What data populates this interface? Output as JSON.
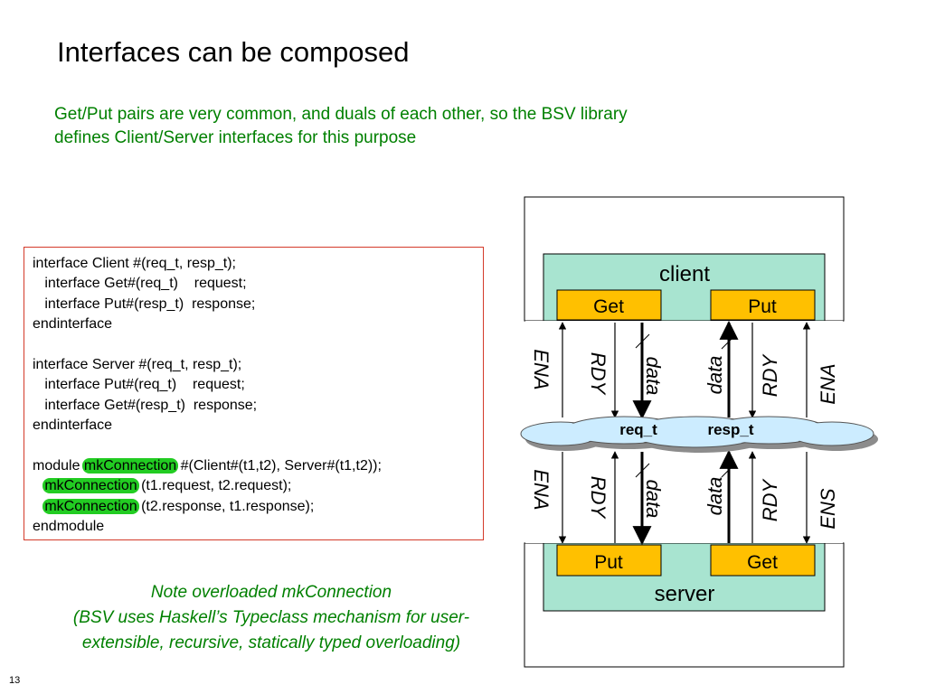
{
  "title": "Interfaces can be composed",
  "subtitle": [
    "Get/Put pairs are very common, and duals of each other, so the BSV library",
    "defines Client/Server interfaces for this purpose"
  ],
  "code": {
    "lines": [
      [
        {
          "t": "interface Client #(req_t, resp_t);"
        }
      ],
      [
        {
          "t": "   interface Get#(req_t)    request;"
        }
      ],
      [
        {
          "t": "   interface Put#(resp_t)  response;"
        }
      ],
      [
        {
          "t": "endinterface"
        }
      ],
      [
        {
          "t": ""
        }
      ],
      [
        {
          "t": "interface Server #(req_t, resp_t);"
        }
      ],
      [
        {
          "t": "   interface Put#(req_t)    request;"
        }
      ],
      [
        {
          "t": "   interface Get#(resp_t)  response;"
        }
      ],
      [
        {
          "t": "endinterface"
        }
      ],
      [
        {
          "t": ""
        }
      ],
      [
        {
          "t": "module "
        },
        {
          "t": "mkConnection",
          "hl": true
        },
        {
          "t": " #(Client#(t1,t2), Server#(t1,t2));"
        }
      ],
      [
        {
          "t": "   "
        },
        {
          "t": "mkConnection",
          "hl": true
        },
        {
          "t": " (t1.request, t2.request);"
        }
      ],
      [
        {
          "t": "   "
        },
        {
          "t": "mkConnection",
          "hl": true
        },
        {
          "t": " (t2.response, t1.response);"
        }
      ],
      [
        {
          "t": "endmodule"
        }
      ]
    ]
  },
  "note": [
    "Note overloaded mkConnection",
    "(BSV uses Haskell’s Typeclass mechanism for user-",
    "extensible, recursive, statically typed overloading)"
  ],
  "slide_number": "13",
  "diagram": {
    "client_label": "client",
    "server_label": "server",
    "client_get": "Get",
    "client_put": "Put",
    "server_put": "Put",
    "server_get": "Get",
    "req_label": "req_t",
    "resp_label": "resp_t",
    "top_signals": [
      "ENA",
      "RDY",
      "data",
      "data",
      "RDY",
      "ENA"
    ],
    "bottom_signals": [
      "ENA",
      "RDY",
      "data",
      "data",
      "RDY",
      "ENS"
    ],
    "colors": {
      "module_fill": "#a8e4d0",
      "port_fill": "#ffc000",
      "cloud_fill": "#ccecff",
      "cloud_shadow": "#8c8c8c",
      "accent_green": "#008000",
      "highlight_green": "#22cc22",
      "box_border": "#d43a2a"
    }
  }
}
